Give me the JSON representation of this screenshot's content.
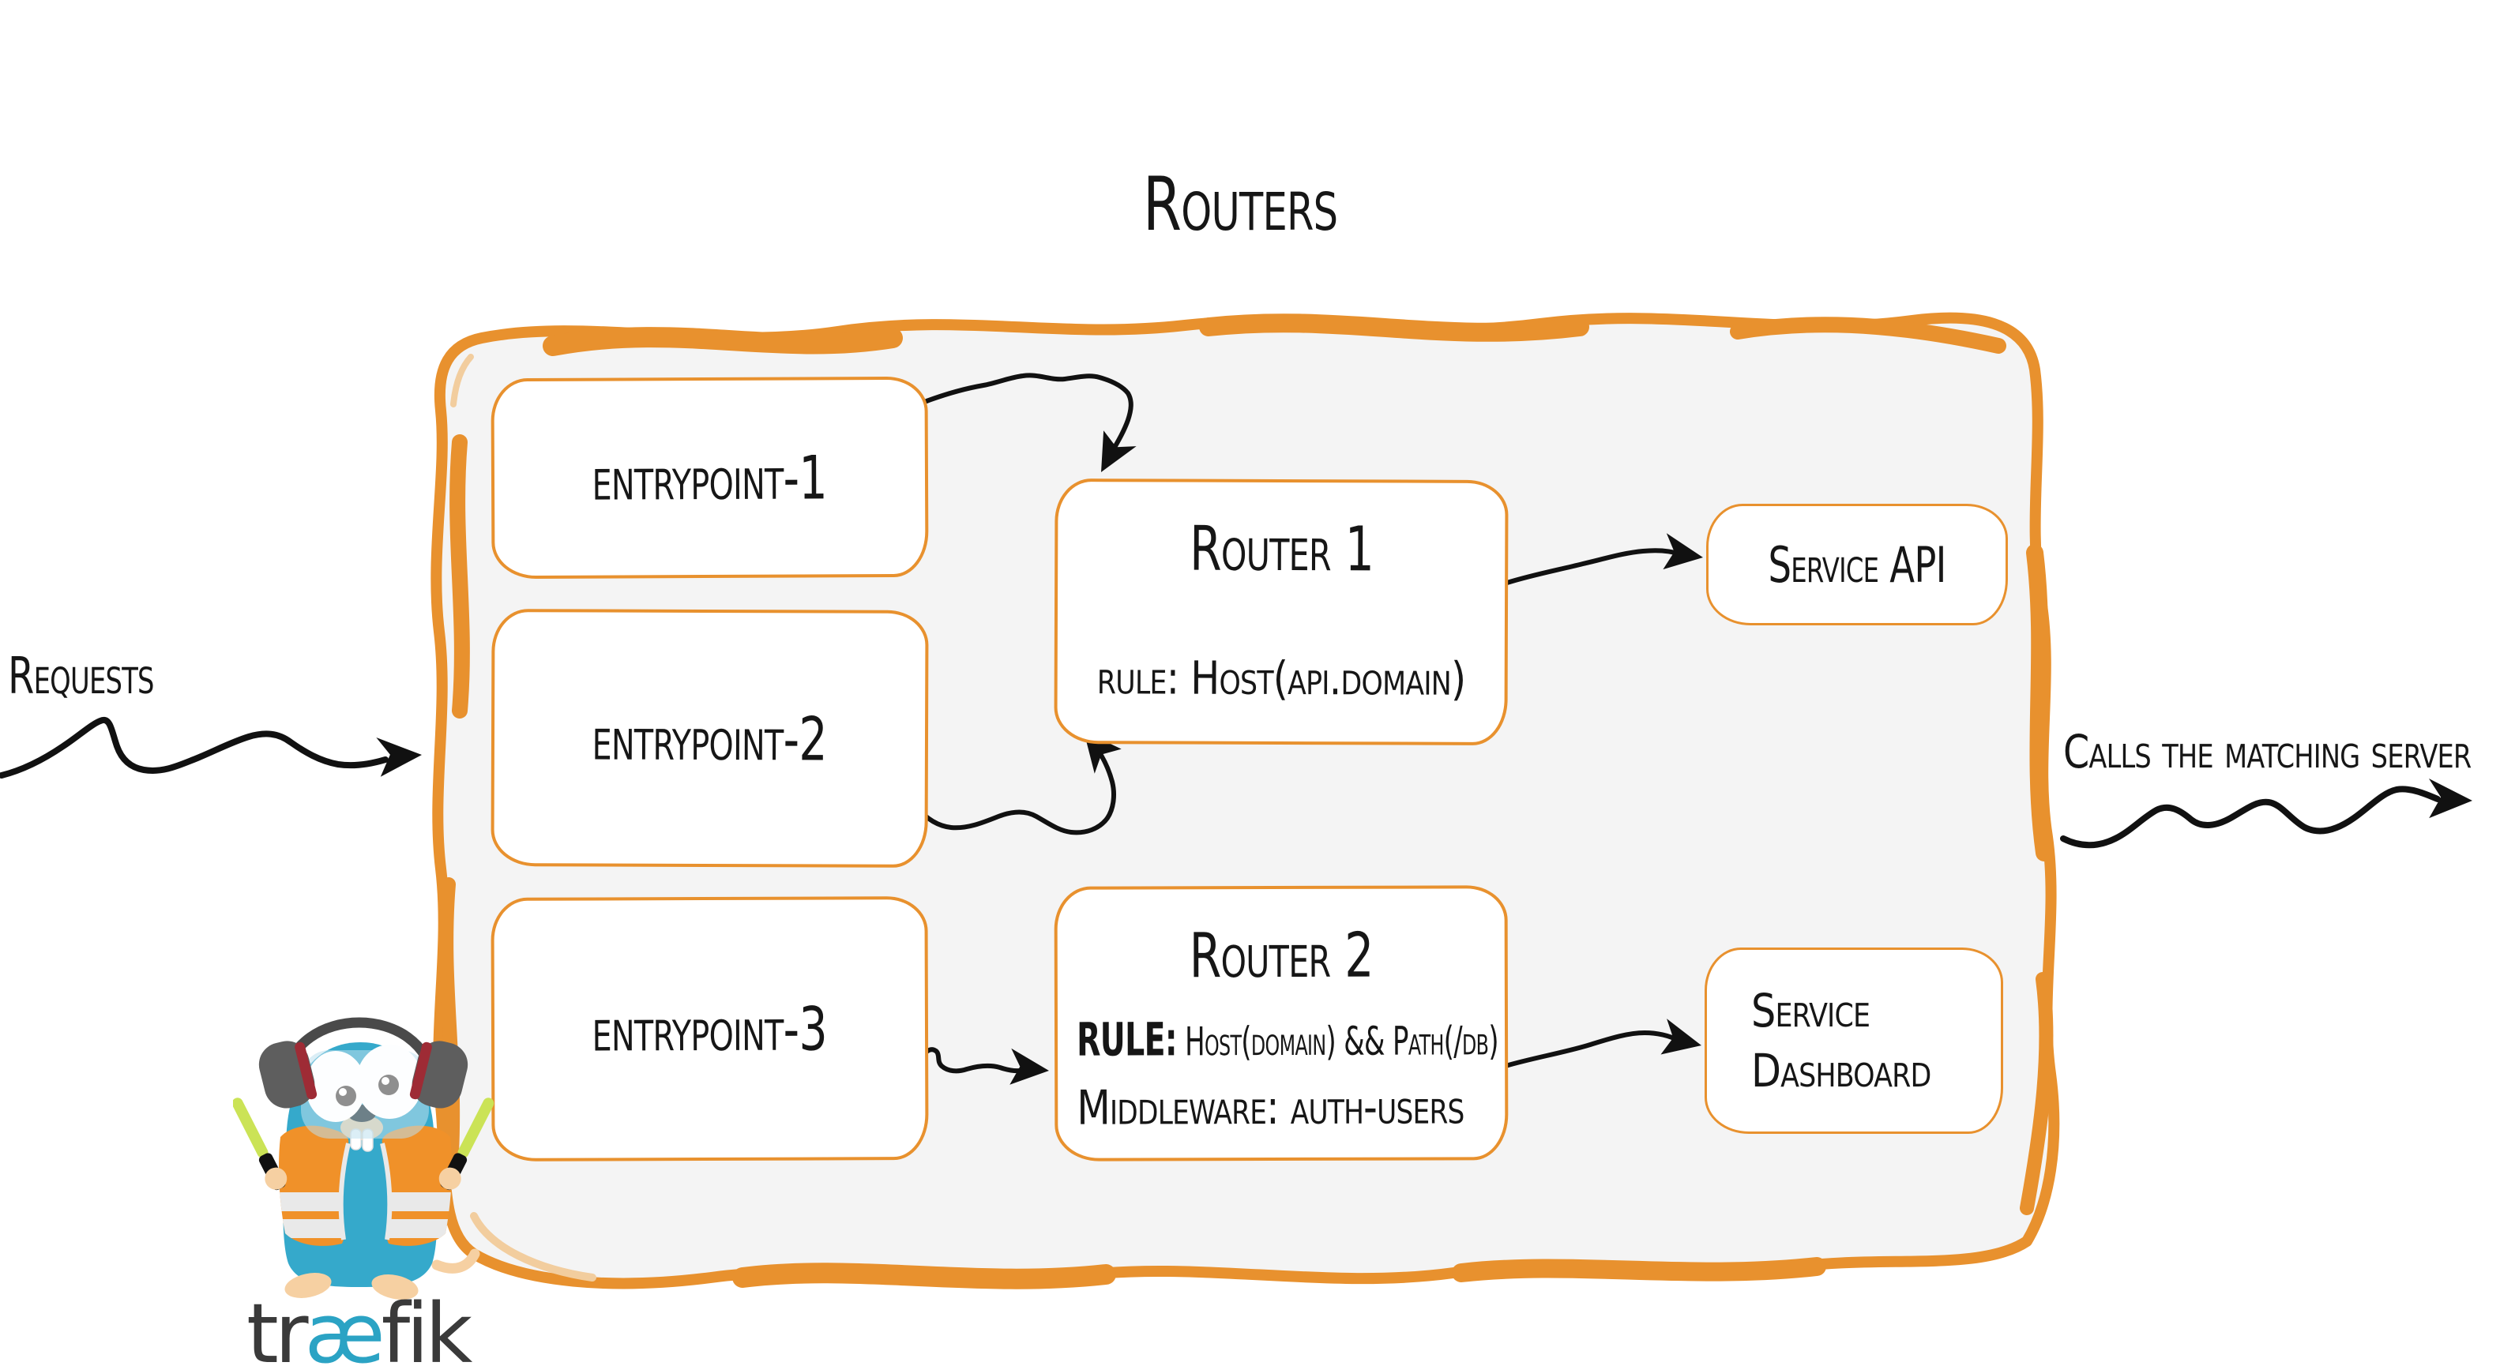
{
  "diagram": {
    "title": "Routers",
    "requests_label": "Requests",
    "calls_label": "Calls the matching server",
    "entrypoints": [
      {
        "label": "entrypoint-1"
      },
      {
        "label": "entrypoint-2"
      },
      {
        "label": "entrypoint-3"
      }
    ],
    "routers": [
      {
        "title": "Router 1",
        "rule": "rule: Host(api.domain)"
      },
      {
        "title": "Router 2",
        "rule_label": "RULE:",
        "rule_value": "Host(domain) && Path(/db)",
        "middleware": "Middleware: auth-users"
      }
    ],
    "services": [
      {
        "label": "Service API"
      },
      {
        "line1": "Service",
        "line2": "Dashboard"
      }
    ],
    "logo": {
      "part1": "tr",
      "part2": "æ",
      "part3": "fik"
    },
    "colors": {
      "accent_orange": "#E8912E",
      "panel_fill": "#F4F4F4",
      "ink": "#161616",
      "logo_teal": "#2BA3C4",
      "logo_dark": "#3A3A3A",
      "gopher_teal": "#35A9CB",
      "vest_orange": "#F09129",
      "stick_green": "#CBE356"
    }
  }
}
